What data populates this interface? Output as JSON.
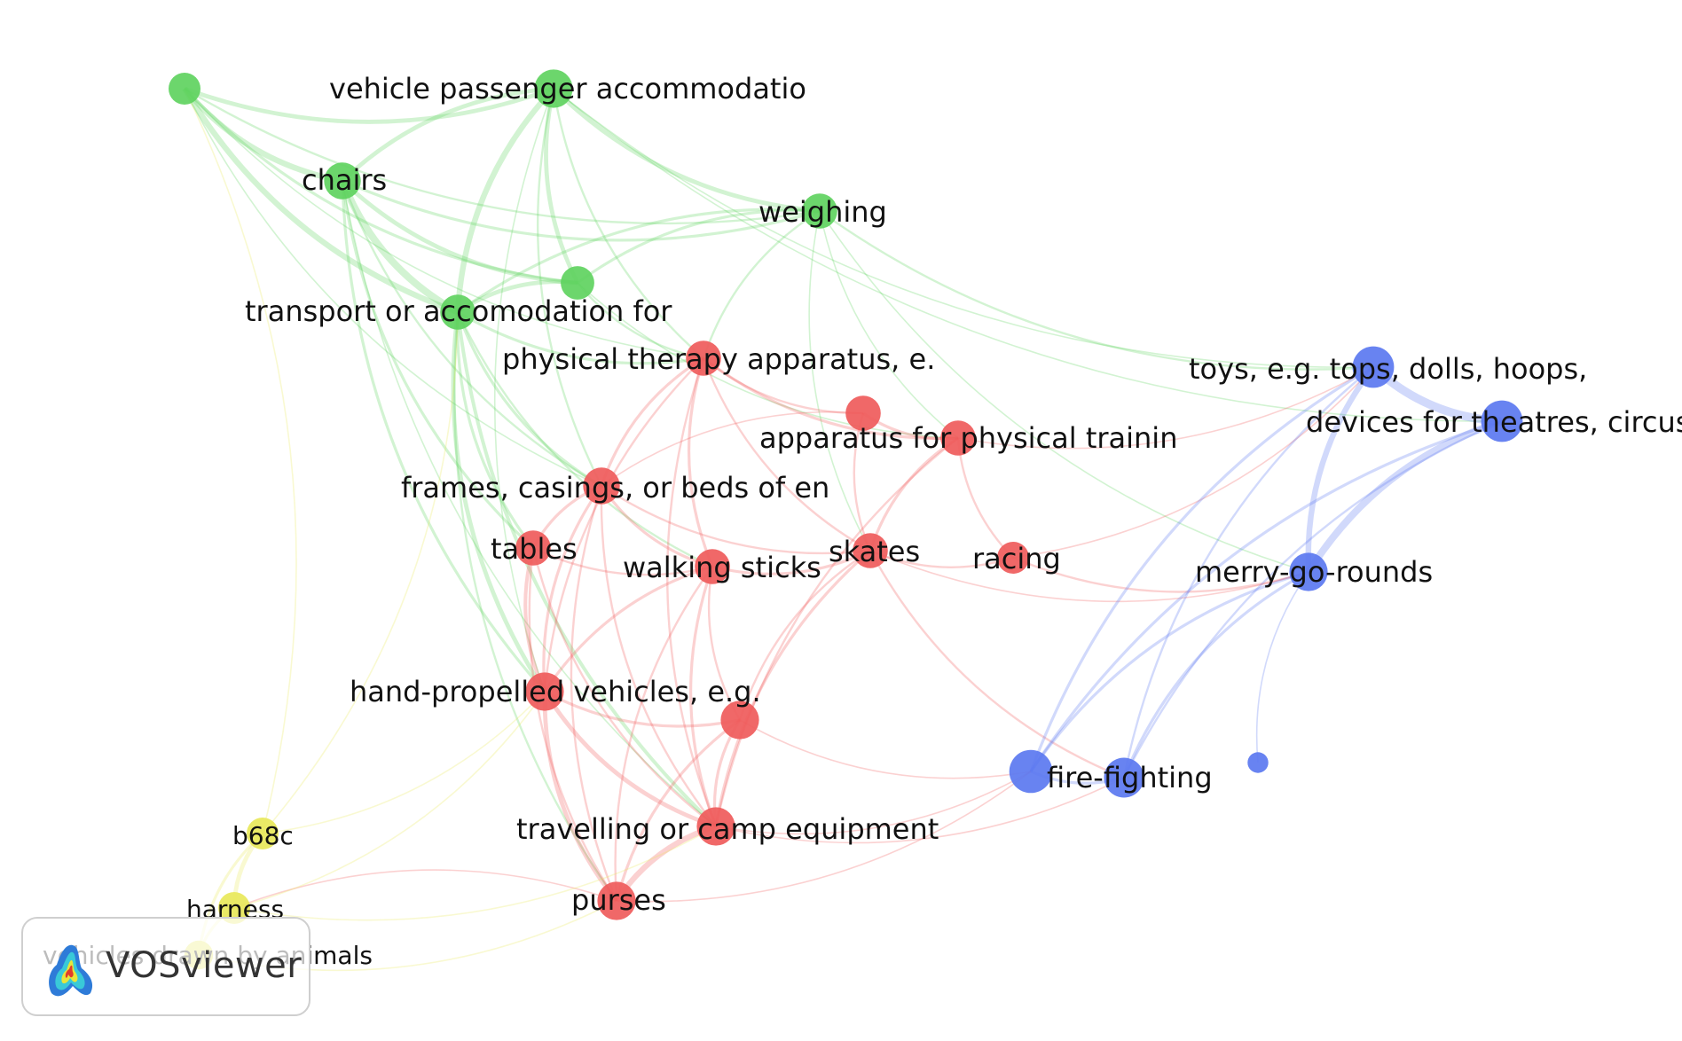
{
  "app": "VOSviewer",
  "colors": {
    "green": "#5fd35f",
    "red": "#ef5b5b",
    "blue": "#5b78f0",
    "yellow": "#e8e85a"
  },
  "nodes": [
    {
      "id": "g0",
      "label": "",
      "cluster": "green",
      "size": 1.0
    },
    {
      "id": "g1",
      "label": "vehicle passenger accommodatio",
      "cluster": "green",
      "size": 1.2
    },
    {
      "id": "g2",
      "label": "chairs",
      "cluster": "green",
      "size": 1.15
    },
    {
      "id": "g3",
      "label": "weighing",
      "cluster": "green",
      "size": 1.1
    },
    {
      "id": "g4",
      "label": "",
      "cluster": "green",
      "size": 1.05
    },
    {
      "id": "g5",
      "label": "transport or accomodation for",
      "cluster": "green",
      "size": 1.1
    },
    {
      "id": "r0",
      "label": "physical therapy apparatus, e.",
      "cluster": "red",
      "size": 1.1
    },
    {
      "id": "r1",
      "label": "",
      "cluster": "red",
      "size": 1.1
    },
    {
      "id": "r2",
      "label": "apparatus for physical trainin",
      "cluster": "red",
      "size": 1.1
    },
    {
      "id": "r3",
      "label": "frames, casings, or beds of en",
      "cluster": "red",
      "size": 1.15
    },
    {
      "id": "r4",
      "label": "tables",
      "cluster": "red",
      "size": 1.1
    },
    {
      "id": "r5",
      "label": "walking sticks",
      "cluster": "red",
      "size": 1.1
    },
    {
      "id": "r6",
      "label": "skates",
      "cluster": "red",
      "size": 1.1
    },
    {
      "id": "r7",
      "label": "racing",
      "cluster": "red",
      "size": 1.0
    },
    {
      "id": "r8",
      "label": "hand-propelled vehicles, e.g.",
      "cluster": "red",
      "size": 1.2
    },
    {
      "id": "r9",
      "label": "",
      "cluster": "red",
      "size": 1.2
    },
    {
      "id": "r10",
      "label": "travelling or camp equipment",
      "cluster": "red",
      "size": 1.2
    },
    {
      "id": "r11",
      "label": "purses",
      "cluster": "red",
      "size": 1.2
    },
    {
      "id": "b0",
      "label": "toys, e.g. tops, dolls, hoops,",
      "cluster": "blue",
      "size": 1.3
    },
    {
      "id": "b1",
      "label": "devices for theatres, circuses",
      "cluster": "blue",
      "size": 1.3
    },
    {
      "id": "b2",
      "label": "merry-go-rounds",
      "cluster": "blue",
      "size": 1.2
    },
    {
      "id": "b3",
      "label": "",
      "cluster": "blue",
      "size": 1.35
    },
    {
      "id": "b4",
      "label": "fire-fighting",
      "cluster": "blue",
      "size": 1.25
    },
    {
      "id": "b5",
      "label": "",
      "cluster": "blue",
      "size": 0.65
    },
    {
      "id": "y0",
      "label": "b68c",
      "cluster": "yellow",
      "size": 1.0
    },
    {
      "id": "y1",
      "label": "harness",
      "cluster": "yellow",
      "size": 1.0
    },
    {
      "id": "y2",
      "label": "vehicles drawn by animals",
      "cluster": "yellow",
      "size": 0.9
    }
  ],
  "links": [
    [
      "g0",
      "g1",
      3
    ],
    [
      "g0",
      "g2",
      4
    ],
    [
      "g0",
      "g5",
      4
    ],
    [
      "g0",
      "g4",
      2
    ],
    [
      "g0",
      "g3",
      1.5
    ],
    [
      "g0",
      "r0",
      1
    ],
    [
      "g0",
      "r3",
      1
    ],
    [
      "g1",
      "g2",
      3
    ],
    [
      "g1",
      "g5",
      4
    ],
    [
      "g1",
      "g4",
      3
    ],
    [
      "g1",
      "g3",
      3
    ],
    [
      "g1",
      "r0",
      1.5
    ],
    [
      "g1",
      "r3",
      1.5
    ],
    [
      "g1",
      "r8",
      1
    ],
    [
      "g1",
      "b0",
      1
    ],
    [
      "g1",
      "b1",
      1
    ],
    [
      "g2",
      "g5",
      5
    ],
    [
      "g2",
      "g4",
      3
    ],
    [
      "g2",
      "g3",
      2
    ],
    [
      "g2",
      "r4",
      2
    ],
    [
      "g2",
      "r8",
      2
    ],
    [
      "g2",
      "r3",
      1.5
    ],
    [
      "g2",
      "r10",
      1
    ],
    [
      "g3",
      "g5",
      2
    ],
    [
      "g3",
      "g4",
      2
    ],
    [
      "g3",
      "r0",
      1.5
    ],
    [
      "g3",
      "r2",
      1
    ],
    [
      "g3",
      "b0",
      1.5
    ],
    [
      "g3",
      "b2",
      1
    ],
    [
      "g3",
      "r6",
      1
    ],
    [
      "g4",
      "g5",
      3
    ],
    [
      "g4",
      "r0",
      1.5
    ],
    [
      "g4",
      "r2",
      1
    ],
    [
      "g5",
      "r0",
      2
    ],
    [
      "g5",
      "r3",
      2
    ],
    [
      "g5",
      "r4",
      2
    ],
    [
      "g5",
      "r8",
      3
    ],
    [
      "g5",
      "r10",
      2.5
    ],
    [
      "g5",
      "r11",
      1.5
    ],
    [
      "g5",
      "r5",
      1.5
    ],
    [
      "r0",
      "r2",
      2
    ],
    [
      "r0",
      "r3",
      2
    ],
    [
      "r0",
      "r5",
      2
    ],
    [
      "r0",
      "r6",
      1.5
    ],
    [
      "r0",
      "r1",
      1.5
    ],
    [
      "r0",
      "r8",
      1.5
    ],
    [
      "r0",
      "r10",
      1.5
    ],
    [
      "r1",
      "r2",
      2
    ],
    [
      "r1",
      "r6",
      1.5
    ],
    [
      "r1",
      "r3",
      1
    ],
    [
      "r2",
      "r6",
      2
    ],
    [
      "r2",
      "r7",
      1.5
    ],
    [
      "r2",
      "r10",
      1.5
    ],
    [
      "r2",
      "b0",
      1
    ],
    [
      "r3",
      "r4",
      2
    ],
    [
      "r3",
      "r5",
      2
    ],
    [
      "r3",
      "r6",
      1.5
    ],
    [
      "r3",
      "r8",
      2
    ],
    [
      "r3",
      "r11",
      1.5
    ],
    [
      "r3",
      "r10",
      1.5
    ],
    [
      "r4",
      "r8",
      2.5
    ],
    [
      "r4",
      "r5",
      1.5
    ],
    [
      "r4",
      "r11",
      1.5
    ],
    [
      "r4",
      "r10",
      1.5
    ],
    [
      "r5",
      "r6",
      2
    ],
    [
      "r5",
      "r8",
      2
    ],
    [
      "r5",
      "r10",
      2
    ],
    [
      "r5",
      "r11",
      1.5
    ],
    [
      "r5",
      "r9",
      1.5
    ],
    [
      "r6",
      "r7",
      1.5
    ],
    [
      "r6",
      "r10",
      2
    ],
    [
      "r6",
      "r9",
      1.5
    ],
    [
      "r6",
      "b4",
      1.5
    ],
    [
      "r6",
      "b2",
      1
    ],
    [
      "r7",
      "b2",
      1.5
    ],
    [
      "r7",
      "b0",
      1
    ],
    [
      "r8",
      "r10",
      3
    ],
    [
      "r8",
      "r11",
      3
    ],
    [
      "r8",
      "r9",
      2
    ],
    [
      "r9",
      "r10",
      2
    ],
    [
      "r9",
      "r11",
      2
    ],
    [
      "r9",
      "b3",
      1
    ],
    [
      "r10",
      "r11",
      4
    ],
    [
      "r10",
      "b4",
      1
    ],
    [
      "r10",
      "b3",
      1
    ],
    [
      "r11",
      "b3",
      1
    ],
    [
      "r11",
      "y1",
      1
    ],
    [
      "b0",
      "b1",
      6
    ],
    [
      "b0",
      "b2",
      4
    ],
    [
      "b0",
      "b3",
      2
    ],
    [
      "b0",
      "b4",
      1.5
    ],
    [
      "b1",
      "b2",
      5
    ],
    [
      "b1",
      "b3",
      2
    ],
    [
      "b1",
      "b4",
      1.5
    ],
    [
      "b2",
      "b3",
      2
    ],
    [
      "b2",
      "b4",
      2
    ],
    [
      "b2",
      "b5",
      1
    ],
    [
      "b3",
      "b4",
      2
    ],
    [
      "y0",
      "y1",
      3
    ],
    [
      "y0",
      "y2",
      2
    ],
    [
      "y1",
      "y2",
      2
    ],
    [
      "y0",
      "g0",
      1
    ],
    [
      "y0",
      "g5",
      1
    ],
    [
      "y0",
      "r8",
      1
    ],
    [
      "y1",
      "r10",
      1
    ],
    [
      "y1",
      "r8",
      1
    ],
    [
      "y2",
      "r11",
      1
    ]
  ]
}
